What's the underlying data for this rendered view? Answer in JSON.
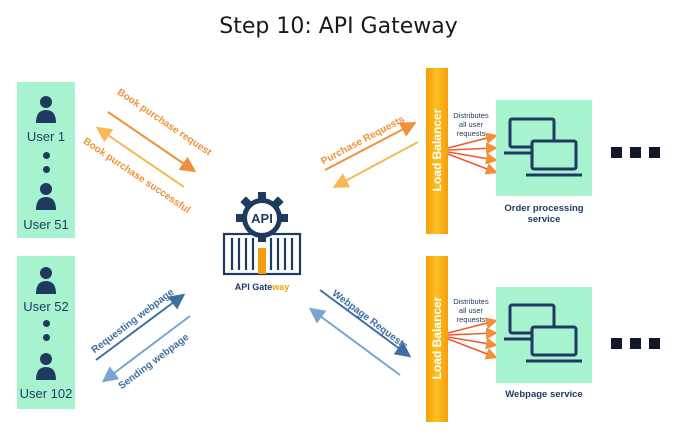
{
  "title": "Step 10: API Gateway",
  "users_top": {
    "first": "User 1",
    "last": "User 51"
  },
  "users_bottom": {
    "first": "User 52",
    "last": "User 102"
  },
  "arrows": {
    "book_request": "Book purchase request",
    "book_success": "Book purchase successful",
    "requesting_webpage": "Requesting webpage",
    "sending_webpage": "Sending webpage",
    "purchase_requests": "Purchase Requests",
    "webpage_requests": "Webpage Requests"
  },
  "gateway": {
    "label_main": "API Gate",
    "label_accent": "way",
    "badge": "API"
  },
  "load_balancer": {
    "label": "Load Balancer",
    "note": [
      "Distributes",
      "all user",
      "requests"
    ]
  },
  "services": {
    "order": [
      "Order processing",
      "service"
    ],
    "webpage": "Webpage service"
  },
  "colors": {
    "mint": "#a7f3d0",
    "orange": "#f0913a",
    "blue": "#3f6fa0",
    "navy": "#1e3a5f",
    "amber": "#f59e0b"
  }
}
